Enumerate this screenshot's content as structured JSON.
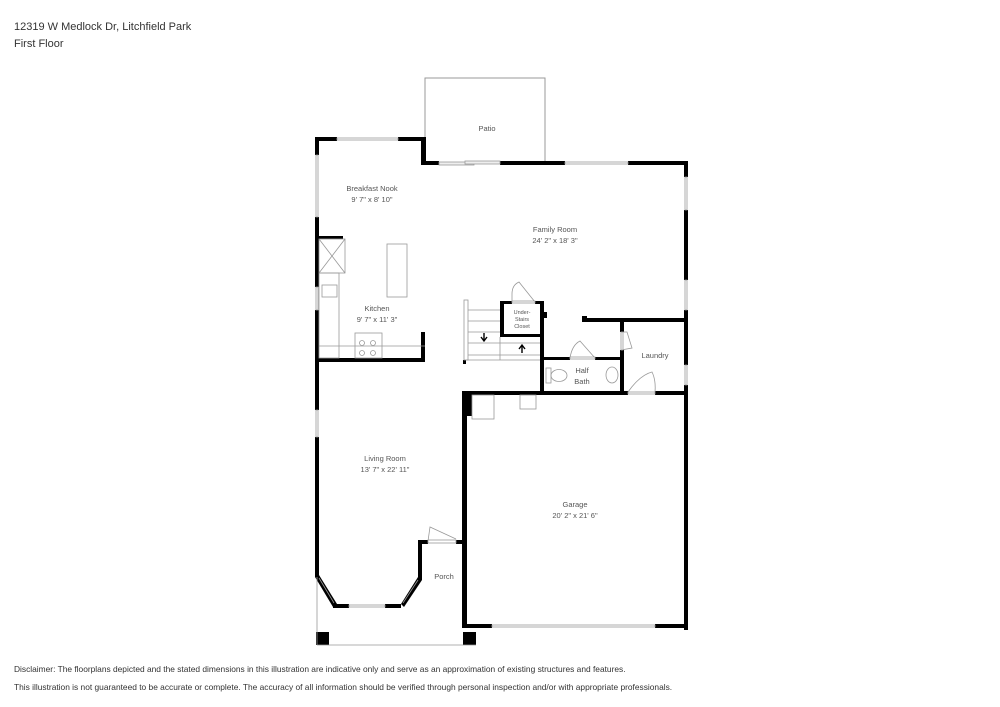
{
  "header": {
    "address": "12319 W Medlock Dr, Litchfield Park",
    "floor": "First Floor"
  },
  "rooms": [
    {
      "name": "Patio",
      "dims": ""
    },
    {
      "name": "Breakfast Nook",
      "dims": "9' 7\" x 8' 10\""
    },
    {
      "name": "Family Room",
      "dims": "24' 2\" x 18' 3\""
    },
    {
      "name": "Kitchen",
      "dims": "9' 7\" x 11' 3\""
    },
    {
      "name": "Under-Stairs Closet",
      "lines": [
        "Under-",
        "Stairs",
        "Closet"
      ]
    },
    {
      "name": "Half Bath",
      "lines": [
        "Half",
        "Bath"
      ]
    },
    {
      "name": "Laundry",
      "dims": ""
    },
    {
      "name": "Living Room",
      "dims": "13' 7\" x 22' 11\""
    },
    {
      "name": "Garage",
      "dims": "20' 2\" x 21' 6\""
    },
    {
      "name": "Porch",
      "dims": ""
    }
  ],
  "disclaimer": {
    "line1": "Disclaimer: The floorplans depicted and the stated dimensions in this illustration are indicative only and serve as an approximation of existing structures and features.",
    "line2": "This illustration is not guaranteed to be accurate or complete. The accuracy of all information should be verified through personal inspection and/or with appropriate professionals."
  },
  "colors": {
    "wall": "#000000",
    "thin_line": "#999999",
    "text": "#555555"
  }
}
